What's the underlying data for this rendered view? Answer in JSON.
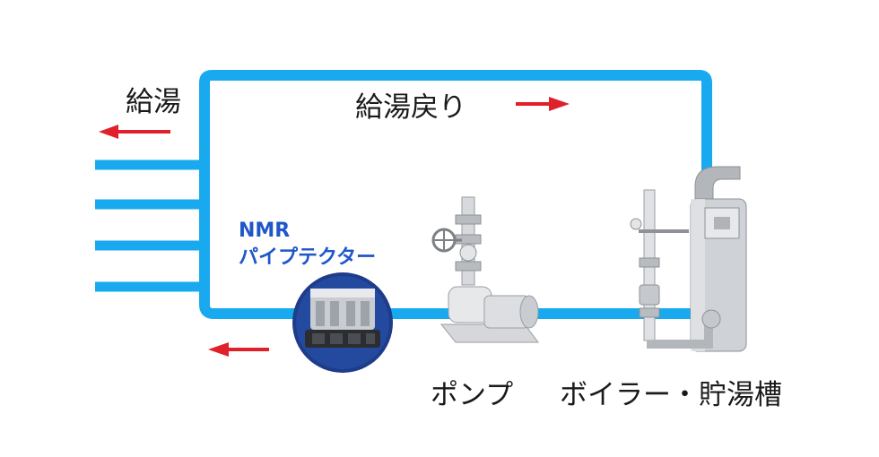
{
  "labels": {
    "supply": "給湯",
    "return": "給湯戻り",
    "pump": "ポンプ",
    "boiler": "ボイラー・貯湯槽"
  },
  "device": {
    "line1": "NMR",
    "line2": "パイプテクター"
  },
  "colors": {
    "pipe": "#19a9ee",
    "arrow": "#e0202a",
    "device_text": "#1f56c9",
    "device_circle": "#1e3c8a"
  }
}
